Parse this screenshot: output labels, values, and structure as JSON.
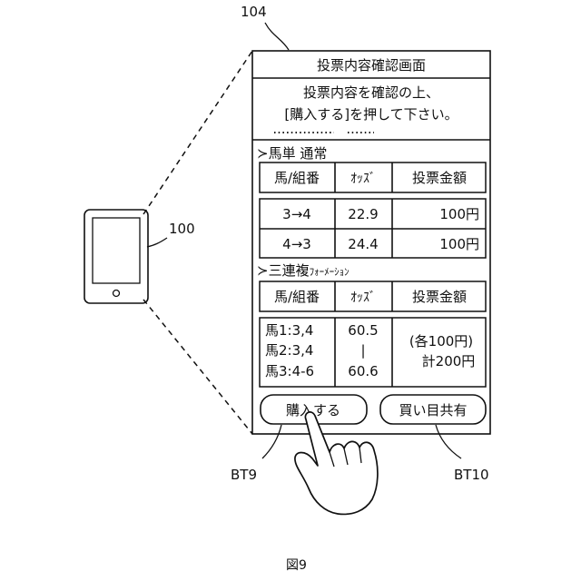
{
  "labels": {
    "screen_ref": "104",
    "device_ref": "100",
    "bt9": "BT9",
    "bt10": "BT10",
    "figure_caption": "図9"
  },
  "screen": {
    "title": "投票内容確認画面",
    "instruction_line1": "投票内容を確認の上、",
    "instruction_line2": "[購入する]を押して下さい。",
    "section1": {
      "heading": "≻馬単 通常",
      "columns": [
        "馬/組番",
        "ｵｯｽﾞ",
        "投票金額"
      ],
      "rows": [
        {
          "combo": "3→4",
          "odds": "22.9",
          "amount": "100円"
        },
        {
          "combo": "4→3",
          "odds": "24.4",
          "amount": "100円"
        }
      ]
    },
    "section2": {
      "heading": "≻三連複",
      "heading_small": "ﾌｫｰﾒｰｼｮﾝ",
      "columns": [
        "馬/組番",
        "ｵｯｽﾞ",
        "投票金額"
      ],
      "combos": [
        "馬1:3,4",
        "馬2:3,4",
        "馬3:4-6"
      ],
      "odds": [
        "60.5",
        "|",
        "60.6"
      ],
      "amount_line1": "(各100円)",
      "amount_line2": "計200円"
    },
    "buttons": {
      "purchase": "購入する",
      "share": "買い目共有"
    }
  }
}
